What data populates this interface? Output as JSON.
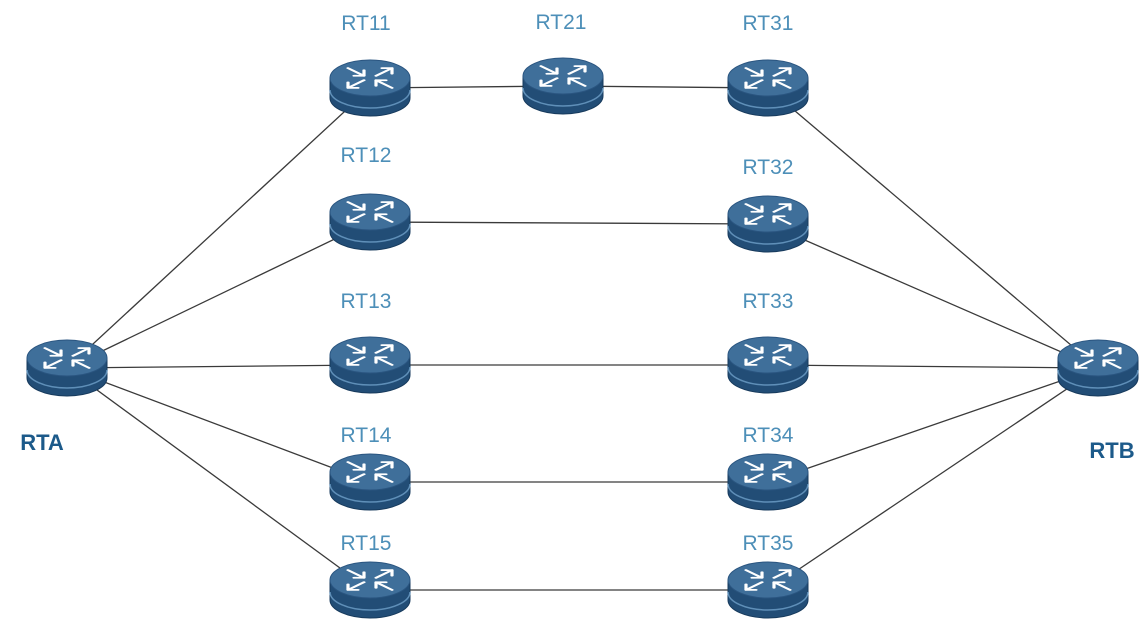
{
  "diagram": {
    "type": "network-topology",
    "icon": "router-icon",
    "colors": {
      "router_top": "#3f6f9a",
      "router_body": "#224d76",
      "router_arrows": "#ffffff",
      "label": "#4d8fb8",
      "label_bold": "#1c5a8a",
      "link": "#3a3a3a"
    },
    "routers": [
      {
        "id": "RTA",
        "label": "RTA"
      },
      {
        "id": "RTB",
        "label": "RTB"
      },
      {
        "id": "RT11",
        "label": "RT11"
      },
      {
        "id": "RT21",
        "label": "RT21"
      },
      {
        "id": "RT31",
        "label": "RT31"
      },
      {
        "id": "RT12",
        "label": "RT12"
      },
      {
        "id": "RT32",
        "label": "RT32"
      },
      {
        "id": "RT13",
        "label": "RT13"
      },
      {
        "id": "RT33",
        "label": "RT33"
      },
      {
        "id": "RT14",
        "label": "RT14"
      },
      {
        "id": "RT34",
        "label": "RT34"
      },
      {
        "id": "RT15",
        "label": "RT15"
      },
      {
        "id": "RT35",
        "label": "RT35"
      }
    ],
    "links": [
      [
        "RTA",
        "RT11"
      ],
      [
        "RTA",
        "RT12"
      ],
      [
        "RTA",
        "RT13"
      ],
      [
        "RTA",
        "RT14"
      ],
      [
        "RTA",
        "RT15"
      ],
      [
        "RT11",
        "RT21"
      ],
      [
        "RT21",
        "RT31"
      ],
      [
        "RT12",
        "RT32"
      ],
      [
        "RT13",
        "RT33"
      ],
      [
        "RT14",
        "RT34"
      ],
      [
        "RT15",
        "RT35"
      ],
      [
        "RT31",
        "RTB"
      ],
      [
        "RT32",
        "RTB"
      ],
      [
        "RT33",
        "RTB"
      ],
      [
        "RT34",
        "RTB"
      ],
      [
        "RT35",
        "RTB"
      ]
    ]
  }
}
